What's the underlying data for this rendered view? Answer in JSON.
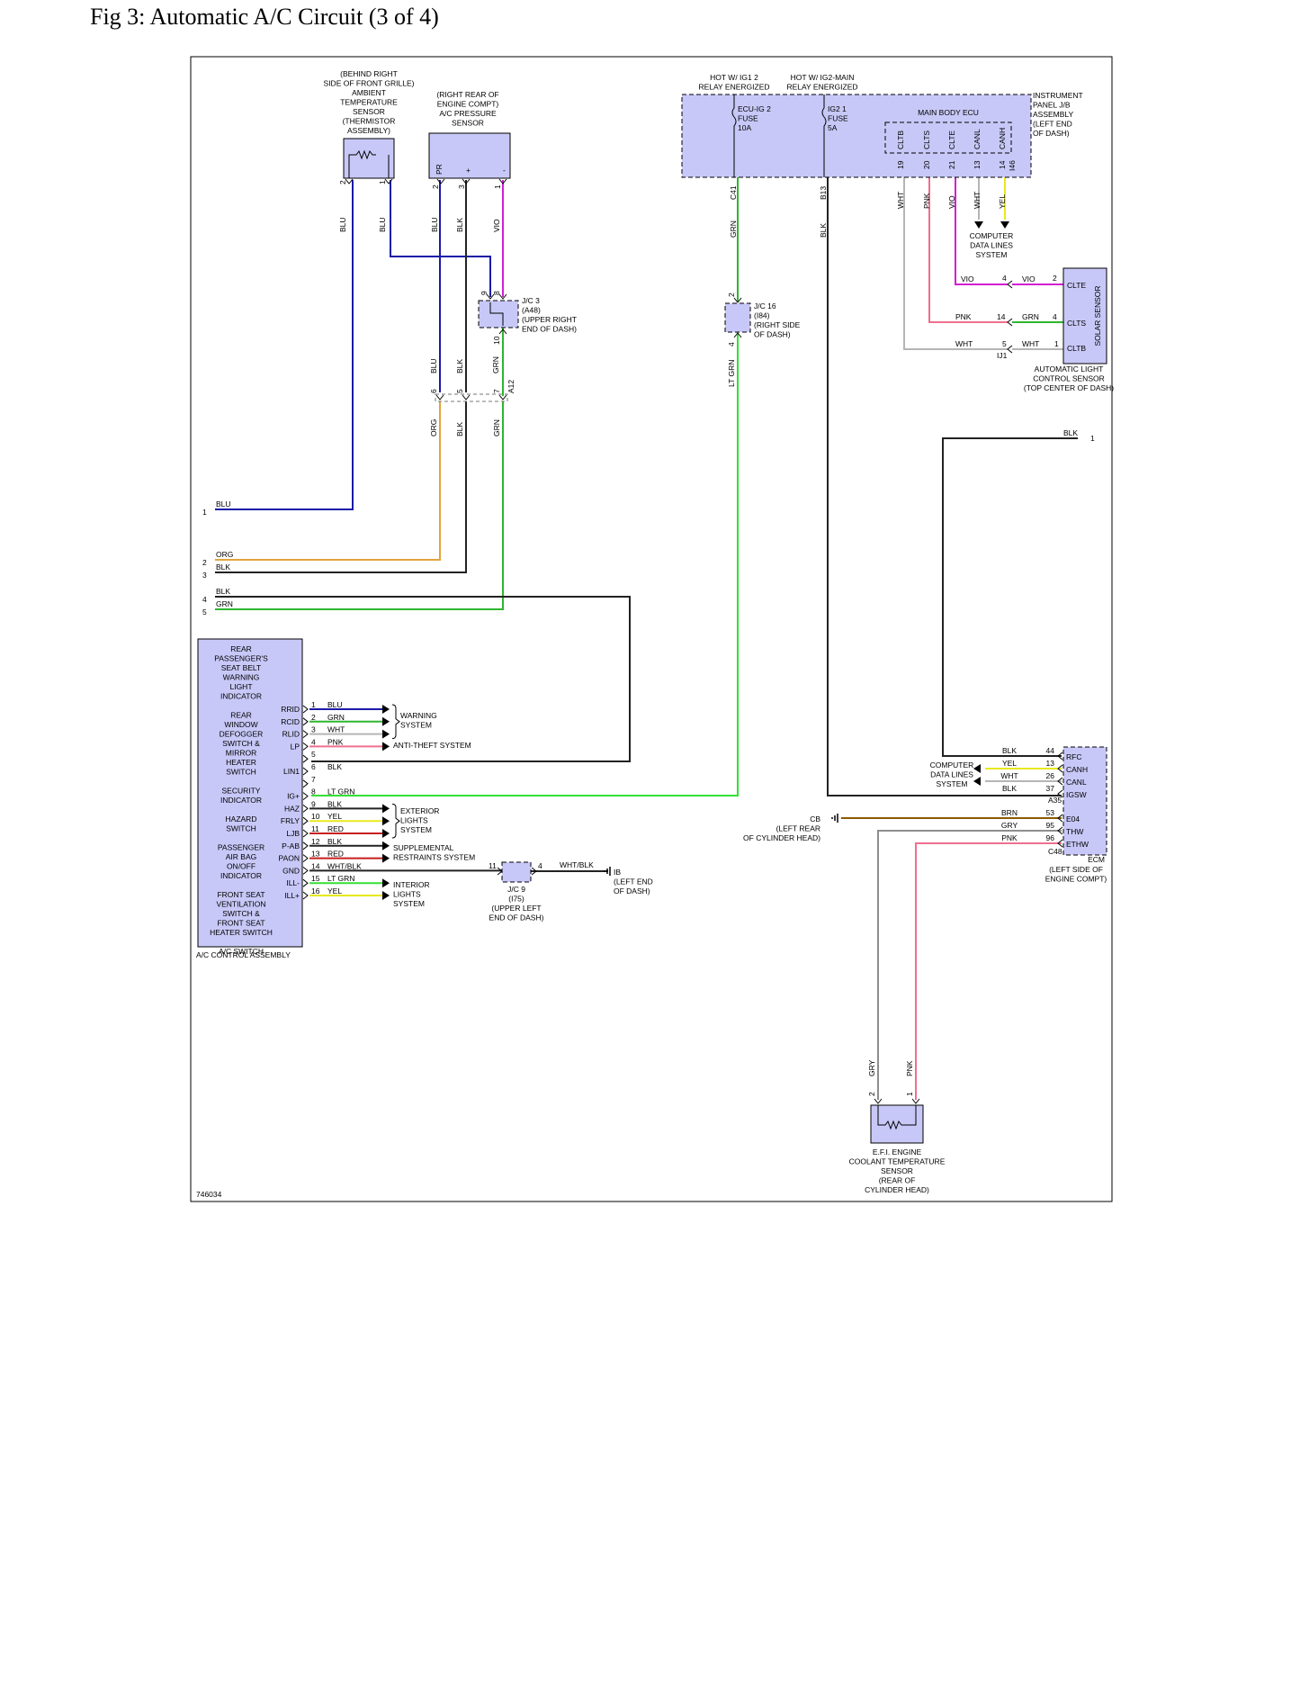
{
  "title": "Fig 3: Automatic A/C Circuit (3 of 4)",
  "figure_id": "746034",
  "colors": {
    "BLU": "#1a1aa8",
    "VIO": "#d21fd2",
    "GRN": "#2fb52f",
    "LTGRN": "#35e035",
    "BLK": "#222222",
    "ORG": "#e3a33c",
    "WHT": "#b5b5b5",
    "PNK": "#ef6f8f",
    "YEL": "#e8e820",
    "RED": "#c81e1e",
    "BRN": "#8b5a00",
    "GRY": "#8e8e8e",
    "component_fill": "#c8c8f8"
  },
  "components": {
    "ambient_sensor": [
      "(BEHIND RIGHT",
      "SIDE OF FRONT GRILLE)",
      "AMBIENT",
      "TEMPERATURE",
      "SENSOR",
      "(THERMISTOR",
      "ASSEMBLY)"
    ],
    "ac_pressure_sensor": [
      "(RIGHT REAR OF",
      "ENGINE COMPT)",
      "A/C PRESSURE",
      "SENSOR"
    ],
    "ac_pressure_pins": [
      "PR",
      "+",
      "-"
    ],
    "relay_ig1": [
      "HOT W/ IG1 2",
      "RELAY ENERGIZED"
    ],
    "relay_ig2": [
      "HOT W/ IG2-MAIN",
      "RELAY ENERGIZED"
    ],
    "fuse_ecu_ig2": [
      "ECU-IG 2",
      "FUSE",
      "10A"
    ],
    "fuse_ig2_1": [
      "IG2 1",
      "FUSE",
      "5A"
    ],
    "main_body_ecu": "MAIN BODY ECU",
    "ecu_pins": [
      "CLTB",
      "CLTS",
      "CLTE",
      "CANL",
      "CANH"
    ],
    "instrument_jb": [
      "INSTRUMENT",
      "PANEL J/B",
      "ASSEMBLY",
      "(LEFT END",
      "OF DASH)"
    ],
    "computer_data_lines_top": [
      "COMPUTER",
      "DATA LINES",
      "SYSTEM"
    ],
    "jc3": [
      "J/C 3",
      "(A48)",
      "(UPPER RIGHT",
      "END OF DASH)"
    ],
    "jc16": [
      "J/C 16",
      "(I84)",
      "(RIGHT SIDE",
      "OF DASH)"
    ],
    "solar_sensor": "SOLAR SENSOR",
    "solar_pins": [
      "CLTE",
      "CLTS",
      "CLTB"
    ],
    "auto_light_sensor": [
      "AUTOMATIC LIGHT",
      "CONTROL SENSOR",
      "(TOP CENTER OF DASH)"
    ],
    "ac_control_labels": [
      "REAR",
      "PASSENGER'S",
      "SEAT BELT",
      "WARNING",
      "LIGHT",
      "INDICATOR",
      "",
      "REAR",
      "WINDOW",
      "DEFOGGER",
      "SWITCH &",
      "MIRROR",
      "HEATER",
      "SWITCH",
      "",
      "SECURITY",
      "INDICATOR",
      "",
      "HAZARD",
      "SWITCH",
      "",
      "PASSENGER",
      "AIR BAG",
      "ON/OFF",
      "INDICATOR",
      "",
      "FRONT SEAT",
      "VENTILATION",
      "SWITCH &",
      "FRONT SEAT",
      "HEATER SWITCH",
      "",
      "A/C SWITCH"
    ],
    "ac_control_assembly": "A/C CONTROL ASSEMBLY",
    "ecm": "ECM",
    "ecm_location": [
      "(LEFT SIDE OF",
      "ENGINE COMPT)"
    ],
    "ecm_pins": [
      "RFC",
      "CANH",
      "CANL",
      "IGSW",
      "E04",
      "THW",
      "ETHW"
    ],
    "computer_data_lines_ecm": [
      "COMPUTER",
      "DATA LINES",
      "SYSTEM"
    ],
    "ground_cb": [
      "CB",
      "(LEFT REAR",
      "OF CYLINDER HEAD)"
    ],
    "ground_ib": [
      "IB",
      "(LEFT END",
      "OF DASH)"
    ],
    "jc9": [
      "J/C 9",
      "(I75)",
      "(UPPER LEFT",
      "END OF DASH)"
    ],
    "coolant_sensor": [
      "E.F.I. ENGINE",
      "COOLANT TEMPERATURE",
      "SENSOR",
      "(REAR OF",
      "CYLINDER HEAD)"
    ],
    "warning_system": [
      "WARNING",
      "SYSTEM"
    ],
    "anti_theft": "ANTI-THEFT SYSTEM",
    "exterior_lights": [
      "EXTERIOR",
      "LIGHTS",
      "SYSTEM"
    ],
    "srs": [
      "SUPPLEMENTAL",
      "RESTRAINTS SYSTEM"
    ],
    "interior_lights": [
      "INTERIOR",
      "LIGHTS",
      "SYSTEM"
    ]
  },
  "connectors": {
    "c41": "C41",
    "b13": "B13",
    "i46": "I46",
    "a12": "A12",
    "ij1": "IJ1",
    "a35": "A35",
    "c48": "C48"
  },
  "wires": {
    "amb_pin2": "2",
    "amb_pin1": "1",
    "amb_c2": "BLU",
    "amb_c1": "BLU",
    "pr_pin2": "2",
    "pr_pin3": "3",
    "pr_pin1": "1",
    "pr_c2": "BLU",
    "pr_c3": "BLK",
    "pr_c1": "VIO",
    "jc3_pin9": "9",
    "jc3_pin8": "8",
    "jc3_pin10": "10",
    "jc3_c10": "GRN",
    "a12_pin6": "6",
    "a12_pin5": "5",
    "a12_pin7": "7",
    "a12_c6": "BLU",
    "a12_c5": "BLK",
    "a12_c7": "GRN",
    "a12_c6b": "ORG",
    "a12_c5b": "BLK",
    "a12_c7b": "GRN",
    "c41_color": "GRN",
    "b13_color": "BLK",
    "jc16_pin2": "2",
    "jc16_pin4": "4",
    "jc16_c4": "LT GRN",
    "ecu_pin19": "19",
    "ecu_pin20": "20",
    "ecu_pin21": "21",
    "ecu_pin13": "13",
    "ecu_pin14": "14",
    "ecu_c19": "WHT",
    "ecu_c20": "PNK",
    "ecu_c21": "VIO",
    "ecu_c13": "WHT",
    "ecu_c14": "YEL",
    "sol_vio_l": "VIO",
    "sol_p4a": "4",
    "sol_vio_r": "VIO",
    "sol_p2": "2",
    "sol_pnk": "PNK",
    "sol_p14": "14",
    "sol_grn": "GRN",
    "sol_p4b": "4",
    "sol_wht_l": "WHT",
    "sol_p5": "5",
    "sol_wht_r": "WHT",
    "sol_p1": "1",
    "blk_label": "BLK",
    "blk_pin": "1",
    "left_items": [
      {
        "num": "1",
        "color": "BLU"
      },
      {
        "num": "2",
        "color": "ORG"
      },
      {
        "num": "3",
        "color": "BLK"
      },
      {
        "num": "4",
        "color": "BLK"
      },
      {
        "num": "5",
        "color": "GRN"
      }
    ],
    "ac_pins": [
      {
        "name": "RRID",
        "num": "1",
        "color": "BLU"
      },
      {
        "name": "RCID",
        "num": "2",
        "color": "GRN"
      },
      {
        "name": "RLID",
        "num": "3",
        "color": "WHT"
      },
      {
        "name": "LP",
        "num": "4",
        "color": "PNK"
      },
      {
        "name": "",
        "num": "5",
        "color": ""
      },
      {
        "name": "LIN1",
        "num": "6",
        "color": "BLK"
      },
      {
        "name": "",
        "num": "7",
        "color": ""
      },
      {
        "name": "IG+",
        "num": "8",
        "color": "LT GRN"
      },
      {
        "name": "HAZ",
        "num": "9",
        "color": "BLK"
      },
      {
        "name": "FRLY",
        "num": "10",
        "color": "YEL"
      },
      {
        "name": "LJB",
        "num": "11",
        "color": "RED"
      },
      {
        "name": "P-AB",
        "num": "12",
        "color": "BLK"
      },
      {
        "name": "PAON",
        "num": "13",
        "color": "RED"
      },
      {
        "name": "GND",
        "num": "14",
        "color": "WHT/BLK"
      },
      {
        "name": "ILL-",
        "num": "15",
        "color": "LT GRN"
      },
      {
        "name": "ILL+",
        "num": "16",
        "color": "YEL"
      }
    ],
    "ecm_rows": [
      {
        "color": "BLK",
        "num": "44"
      },
      {
        "color": "YEL",
        "num": "13"
      },
      {
        "color": "WHT",
        "num": "26"
      },
      {
        "color": "BLK",
        "num": "37"
      },
      {
        "color": "BRN",
        "num": "53"
      },
      {
        "color": "GRY",
        "num": "95"
      },
      {
        "color": "PNK",
        "num": "96"
      }
    ],
    "jc9_pin11": "11",
    "jc9_pin4": "4",
    "jc9_c": "WHT/BLK",
    "cool_pin2": "2",
    "cool_pin1": "1",
    "cool_c2": "GRY",
    "cool_c1": "PNK"
  }
}
